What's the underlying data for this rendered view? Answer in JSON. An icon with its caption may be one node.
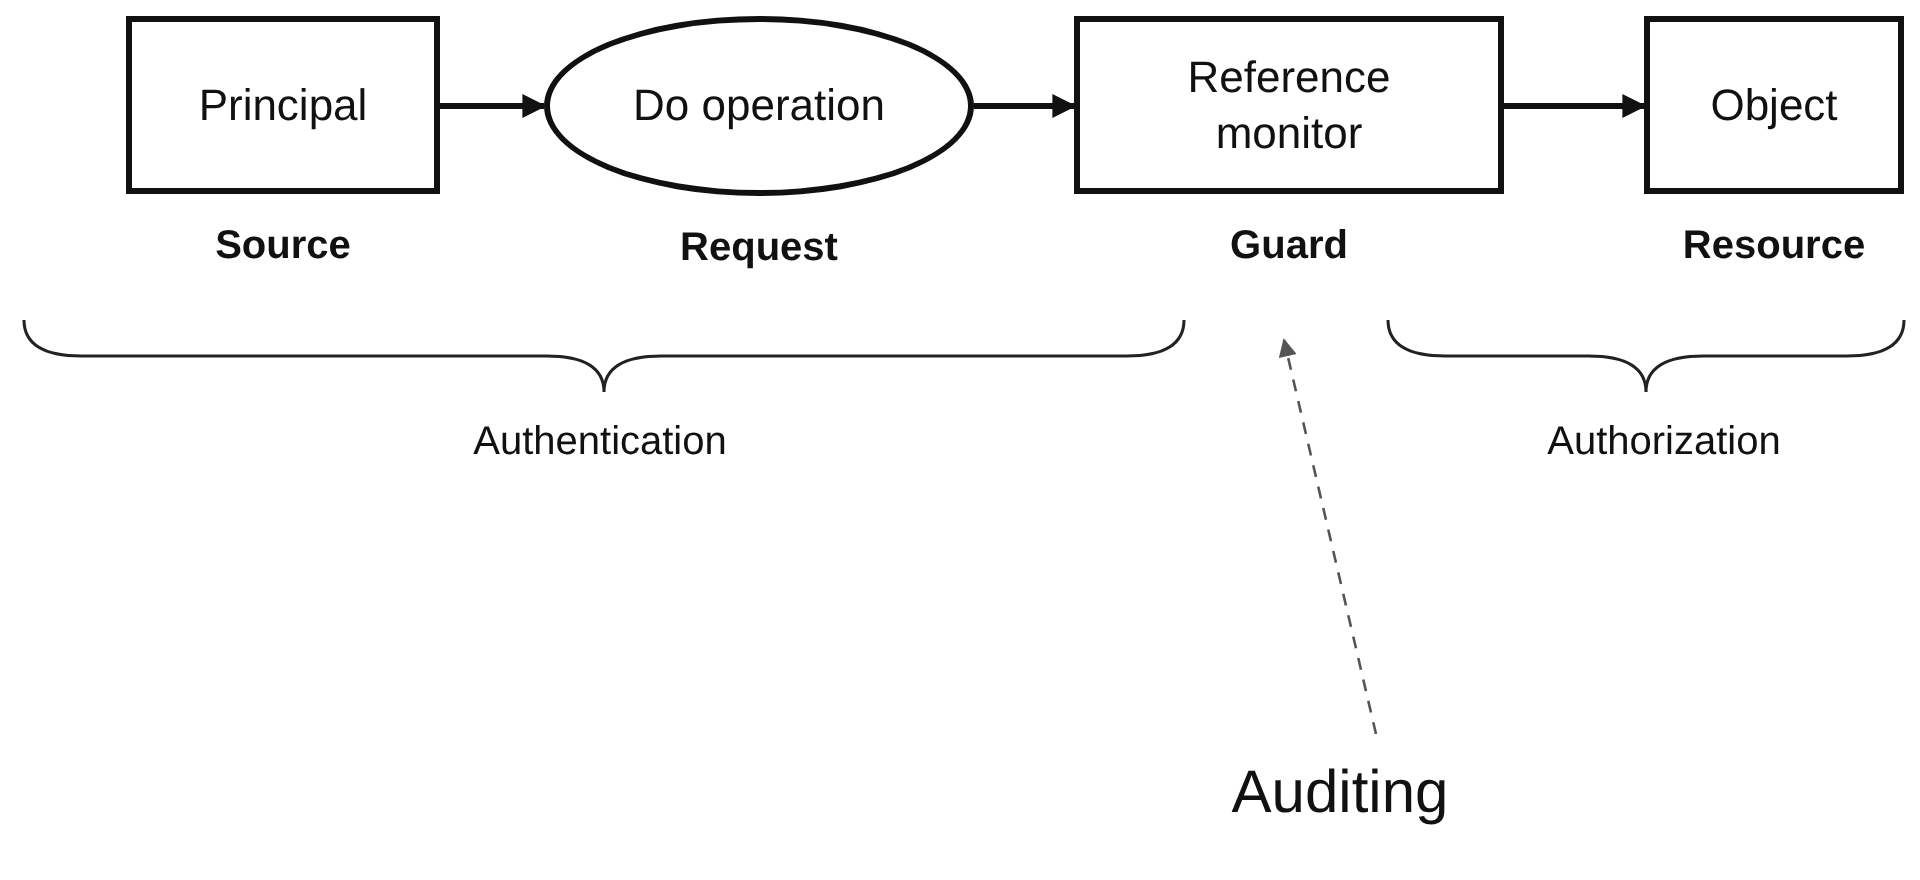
{
  "diagram": {
    "nodes": [
      {
        "text": [
          "Principal"
        ],
        "beside": [
          "Source"
        ]
      },
      {
        "text": [
          "Do operation"
        ],
        "beside": [
          "Request"
        ]
      },
      {
        "text": [
          "Reference monitor"
        ],
        "beside": [
          "Guard"
        ]
      },
      {
        "text": [
          "Object"
        ],
        "beside": [
          "Resource"
        ]
      },
      {
        "text": [
          "Auditing"
        ]
      }
    ],
    "edges": [
      {
        "from": 0,
        "to": 1,
        "arrow": "to"
      },
      {
        "from": 1,
        "to": 2,
        "arrow": "to"
      },
      {
        "from": 2,
        "to": 3,
        "arrow": "to"
      },
      {
        "from": 4,
        "to": null,
        "arrow": "to",
        "style": "dashed",
        "color": "#555555"
      }
    ],
    "labels": [
      "Authentication",
      "Authorization"
    ]
  }
}
